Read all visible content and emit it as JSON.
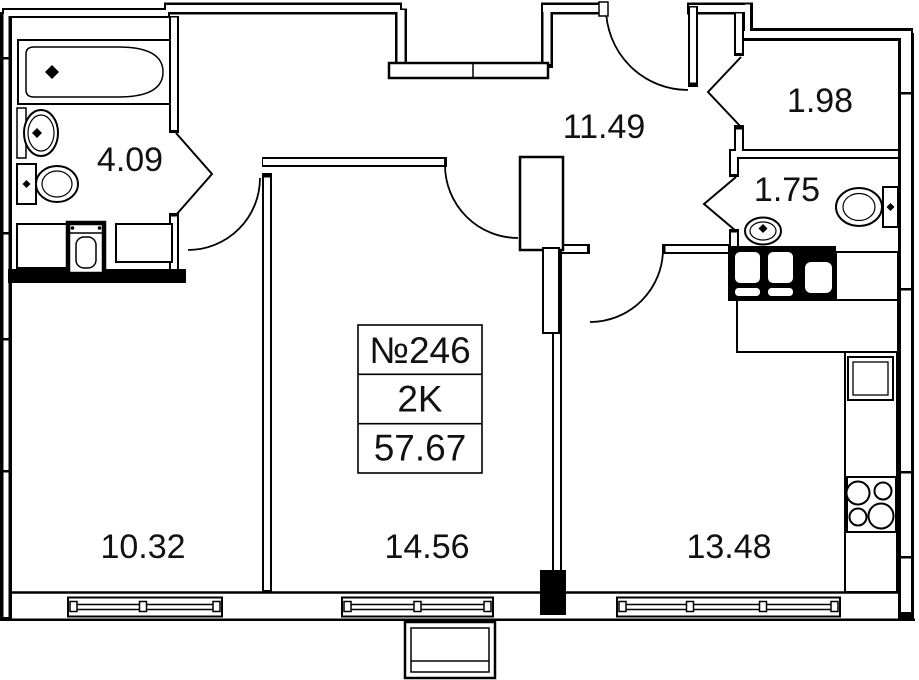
{
  "plan": {
    "info_box": {
      "unit_number": "№246",
      "unit_type": "2K",
      "total_area": "57.67"
    },
    "rooms": [
      {
        "name": "bathroom",
        "area": "4.09"
      },
      {
        "name": "hallway",
        "area": "11.49"
      },
      {
        "name": "wardrobe",
        "area": "1.98"
      },
      {
        "name": "toilet-room",
        "area": "1.75"
      },
      {
        "name": "bedroom",
        "area": "10.32"
      },
      {
        "name": "living-room",
        "area": "14.56"
      },
      {
        "name": "kitchen-living-room",
        "area": "13.48"
      }
    ],
    "fixtures": [
      "bathtub",
      "bathroom-washbasin",
      "bathroom-toilet",
      "washing-machine",
      "bathroom-cabinet",
      "wc-toilet",
      "wc-washbasin",
      "kitchen-sink-unit",
      "kitchen-counter",
      "cooktop-4-burners",
      "built-in-appliance",
      "ac-basket"
    ],
    "windows_count": 3,
    "colors": {
      "wall": "#000000",
      "background": "#ffffff",
      "text": "#111111"
    }
  }
}
